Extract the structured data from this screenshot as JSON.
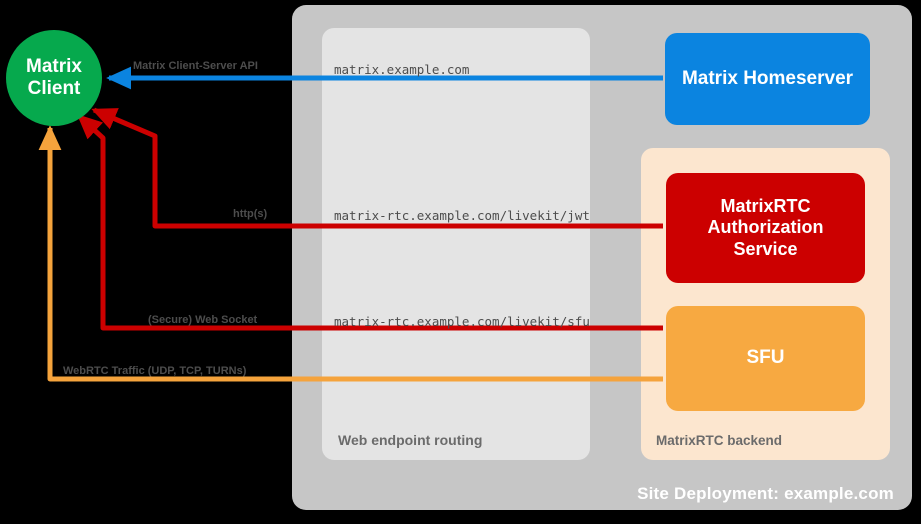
{
  "diagram": {
    "title": "Site Deployment: example.com",
    "colors": {
      "background": "#000000",
      "site_container": "#c6c6c6",
      "web_routing_container": "#e4e4e4",
      "rtc_backend_container": "#fce6cf",
      "matrix_client": "#06a94d",
      "homeserver": "#0b84e0",
      "auth_service": "#cc0000",
      "sfu": "#f7a941",
      "arrow_blue": "#0b84e0",
      "arrow_red": "#cc0000",
      "arrow_orange": "#f5a33c",
      "label_gray": "#4d4d4d",
      "container_label_gray": "#6b6b6b"
    }
  },
  "containers": {
    "site_deployment": {
      "label": "Site Deployment: example.com"
    },
    "web_routing": {
      "label": "Web endpoint routing"
    },
    "rtc_backend": {
      "label": "MatrixRTC backend"
    }
  },
  "nodes": {
    "matrix_client": {
      "line1": "Matrix",
      "line2": "Client"
    },
    "homeserver": {
      "label": "Matrix Homeserver"
    },
    "auth_service": {
      "line1": "MatrixRTC",
      "line2": "Authorization",
      "line3": "Service"
    },
    "sfu": {
      "label": "SFU"
    }
  },
  "edges": [
    {
      "id": "client-server-api",
      "protocol_label": "Matrix Client-Server API",
      "endpoint_label": "matrix.example.com",
      "color": "#0b84e0",
      "from": "Matrix Homeserver",
      "to": "Matrix Client"
    },
    {
      "id": "livekit-jwt",
      "protocol_label": "http(s)",
      "endpoint_label": "matrix-rtc.example.com/livekit/jwt",
      "color": "#cc0000",
      "from": "MatrixRTC Authorization Service",
      "to": "Matrix Client"
    },
    {
      "id": "livekit-sfu",
      "protocol_label": "(Secure) Web Socket",
      "endpoint_label": "matrix-rtc.example.com/livekit/sfu",
      "color": "#cc0000",
      "from": "SFU",
      "to": "Matrix Client"
    },
    {
      "id": "webrtc-traffic",
      "protocol_label": "WebRTC Traffic (UDP, TCP, TURNs)",
      "endpoint_label": "",
      "color": "#f5a33c",
      "from": "SFU",
      "to": "Matrix Client"
    }
  ]
}
